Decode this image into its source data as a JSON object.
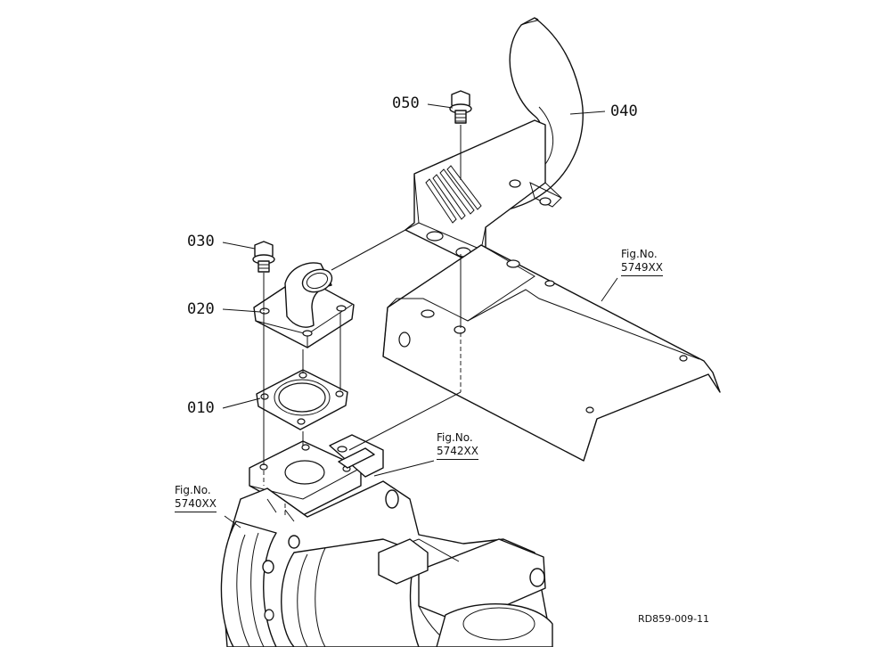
{
  "parts": {
    "p010": "010",
    "p020": "020",
    "p030": "030",
    "p040": "040",
    "p050": "050"
  },
  "figure_refs": {
    "frame": {
      "label": "Fig.No.",
      "number": "5749XX"
    },
    "engine": {
      "label": "Fig.No.",
      "number": "5742XX"
    },
    "transmission": {
      "label": "Fig.No.",
      "number": "5740XX"
    }
  },
  "drawing_code": "RD859-009-11"
}
